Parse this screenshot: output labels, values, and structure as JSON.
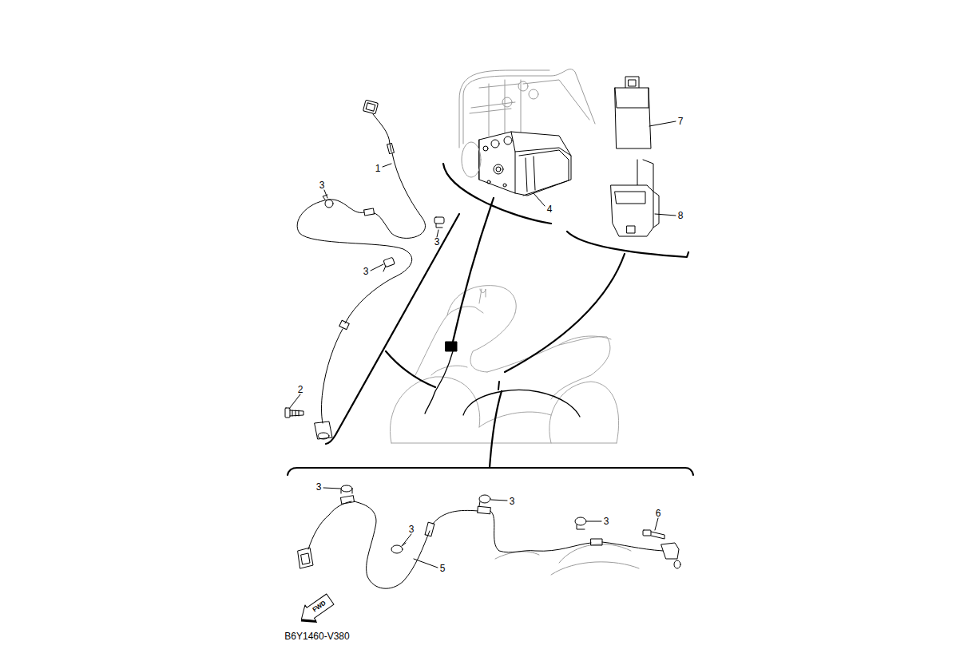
{
  "diagram": {
    "labels": [
      "1",
      "3",
      "3",
      "3",
      "2",
      "4",
      "7",
      "8",
      "3",
      "3",
      "3",
      "3",
      "6",
      "5",
      "FWD",
      "B6Y1460-V380"
    ]
  }
}
